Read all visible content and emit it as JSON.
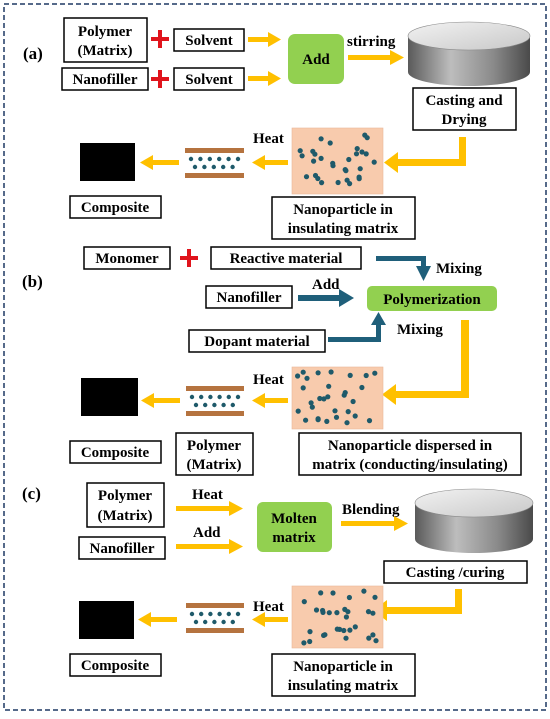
{
  "colors": {
    "arrow_yellow": "#FFC000",
    "arrow_blue": "#1F5F7A",
    "plus_red": "#E0141C",
    "green_box": "#92D050",
    "particle_bg": "#F8CBAD",
    "particle_dot": "#1F5A6A",
    "film_brown": "#B5733F",
    "composite_black": "#000000",
    "frame_dashed": "#1F3864"
  },
  "section_a": {
    "tag": "(a)",
    "polymer_line1": "Polymer",
    "polymer_line2": "(Matrix)",
    "solvent1": "Solvent",
    "nanofiller": "Nanofiller",
    "solvent2": "Solvent",
    "add": "Add",
    "stirring": "stirring",
    "casting_line1": "Casting and",
    "casting_line2": "Drying",
    "heat": "Heat",
    "nano_line1": "Nanoparticle in",
    "nano_line2": "insulating matrix",
    "composite": "Composite"
  },
  "section_b": {
    "tag": "(b)",
    "monomer": "Monomer",
    "reactive": "Reactive material",
    "mixing1": "Mixing",
    "nanofiller": "Nanofiller",
    "add": "Add",
    "polymerization": "Polymerization",
    "dopant": "Dopant material",
    "mixing2": "Mixing",
    "heat": "Heat",
    "composite": "Composite",
    "polymer_line1": "Polymer",
    "polymer_line2": "(Matrix)",
    "dispersed_line1": "Nanoparticle dispersed in",
    "dispersed_line2": "matrix (conducting/insulating)"
  },
  "section_c": {
    "tag": "(c)",
    "polymer_line1": "Polymer",
    "polymer_line2": "(Matrix)",
    "heat_top": "Heat",
    "add": "Add",
    "nanofiller": "Nanofiller",
    "molten_line1": "Molten",
    "molten_line2": "matrix",
    "blending": "Blending",
    "casting": "Casting /curing",
    "heat": "Heat",
    "composite": "Composite",
    "nano_line1": "Nanoparticle in",
    "nano_line2": "insulating matrix"
  }
}
